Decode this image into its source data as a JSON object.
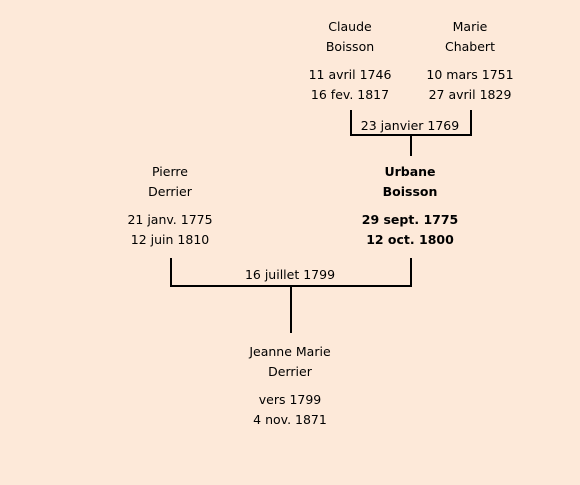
{
  "persons": {
    "claude": {
      "first": "Claude",
      "last": "Boisson",
      "birth": "11 avril 1746",
      "death": "16 fev. 1817"
    },
    "marie": {
      "first": "Marie",
      "last": "Chabert",
      "birth": "10 mars 1751",
      "death": "27 avril 1829"
    },
    "pierre": {
      "first": "Pierre",
      "last": "Derrier",
      "birth": "21 janv. 1775",
      "death": "12 juin 1810"
    },
    "urbane": {
      "first": "Urbane",
      "last": "Boisson",
      "birth": "29 sept. 1775",
      "death": "12 oct. 1800"
    },
    "jeanne": {
      "first": "Jeanne Marie",
      "last": "Derrier",
      "birth": "vers 1799",
      "death": "4 nov. 1871"
    }
  },
  "marriages": {
    "claude_marie": "23 janvier 1769",
    "pierre_urbane": "16 juillet 1799"
  },
  "colors": {
    "background": "#fde9d9",
    "lines": "#000000"
  }
}
